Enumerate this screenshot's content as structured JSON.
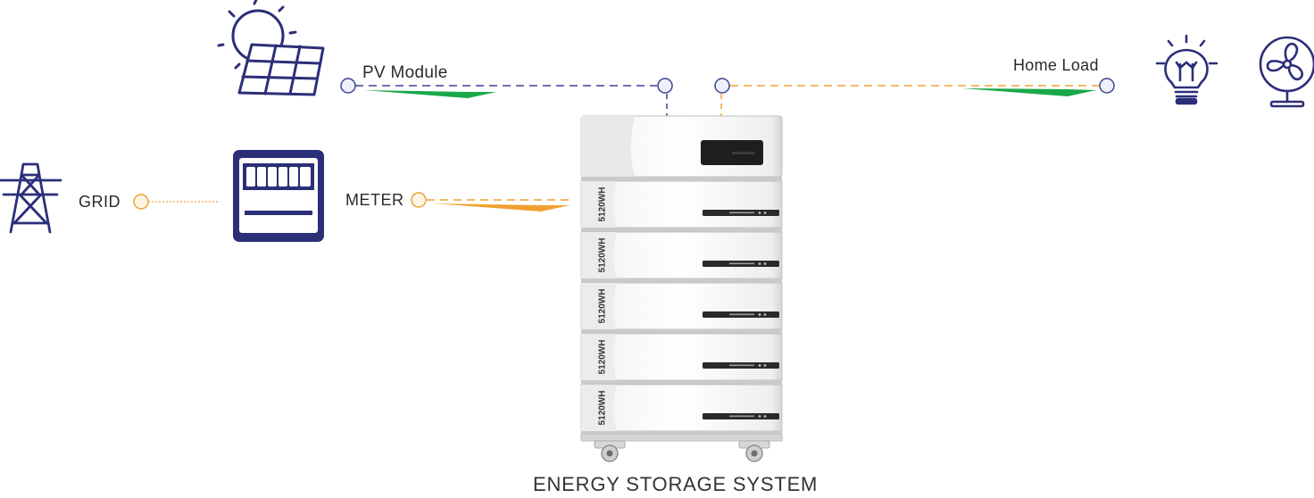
{
  "labels": {
    "pv_module": "PV Module",
    "home_load": "Home Load",
    "grid": "GRID",
    "meter": "METER",
    "system_title": "ENERGY STORAGE SYSTEM"
  },
  "battery": {
    "module_label": "5120WH",
    "module_count": 5
  },
  "colors": {
    "icon_navy": "#2b2f78",
    "flow_green": "#1aa84a",
    "flow_orange": "#f0a030",
    "pv_line": "#3b4390",
    "connector_fill": "#eef0fa"
  }
}
